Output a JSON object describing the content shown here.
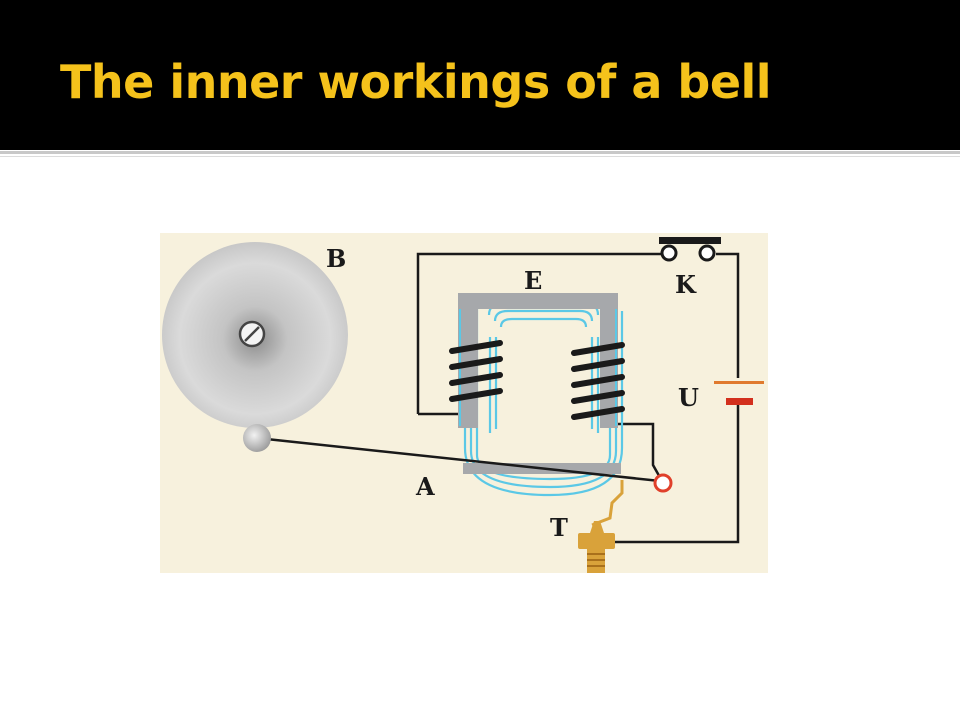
{
  "slide": {
    "title": "The inner workings of a bell"
  },
  "diagram": {
    "labels": {
      "bell": "B",
      "electromagnet": "E",
      "switch": "K",
      "battery": "U",
      "armature": "A",
      "contact_screw": "T"
    },
    "colors": {
      "title": "#f5c21b",
      "background_panel": "#f7f1dd",
      "core": "#a6a8ab",
      "field_lines": "#5bc8e6",
      "wire": "#1a1a1a",
      "battery_positive": "#e07a2e",
      "battery_negative": "#d3301d",
      "contact": "#d9a23a",
      "pivot": "#e0402a"
    }
  }
}
